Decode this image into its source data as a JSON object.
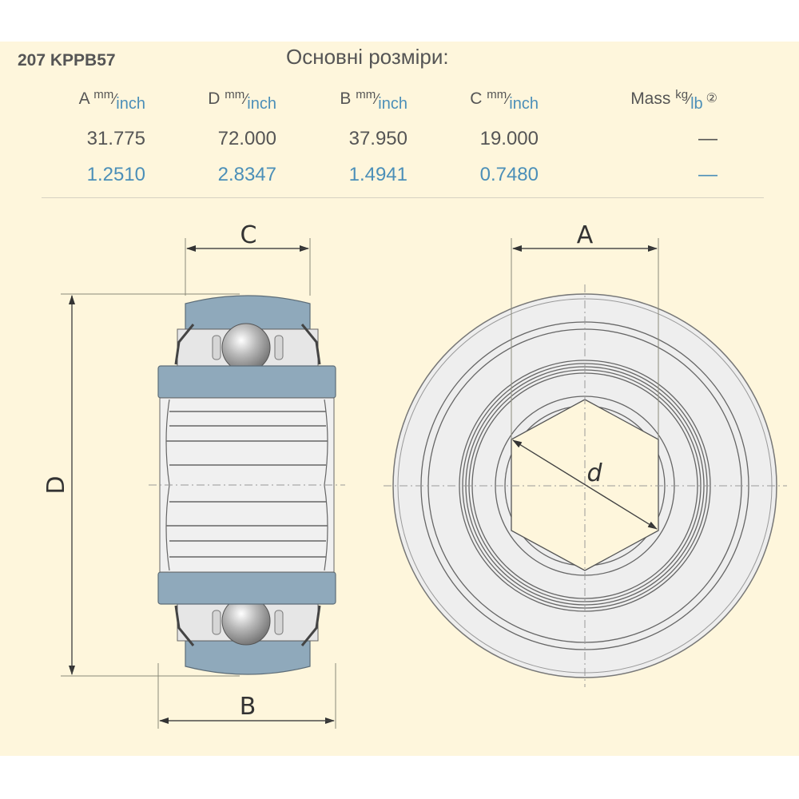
{
  "product": {
    "code": "207 KPPB57"
  },
  "section_title": "Основні розміри:",
  "table": {
    "columns": [
      {
        "key": "A",
        "label": "A",
        "unit_top": "mm",
        "unit_bottom": "inch",
        "mm": "31.775",
        "inch": "1.2510"
      },
      {
        "key": "D",
        "label": "D",
        "unit_top": "mm",
        "unit_bottom": "inch",
        "mm": "72.000",
        "inch": "2.8347"
      },
      {
        "key": "B",
        "label": "B",
        "unit_top": "mm",
        "unit_bottom": "inch",
        "mm": "37.950",
        "inch": "1.4941"
      },
      {
        "key": "C",
        "label": "C",
        "unit_top": "mm",
        "unit_bottom": "inch",
        "mm": "19.000",
        "inch": "0.7480"
      },
      {
        "key": "Mass",
        "label": "Mass",
        "unit_top": "kg",
        "unit_bottom": "lb",
        "note_icon": "②",
        "mm": "—",
        "inch": "—"
      }
    ]
  },
  "drawing": {
    "labels": {
      "C": "C",
      "D": "D",
      "B": "B",
      "A": "A",
      "d": "d"
    },
    "colors": {
      "background": "#fef6dc",
      "ring_blue": "#8fa9bb",
      "metal_light": "#eeeeee",
      "line": "#555555",
      "accent_blue": "#4b8fb8"
    }
  }
}
